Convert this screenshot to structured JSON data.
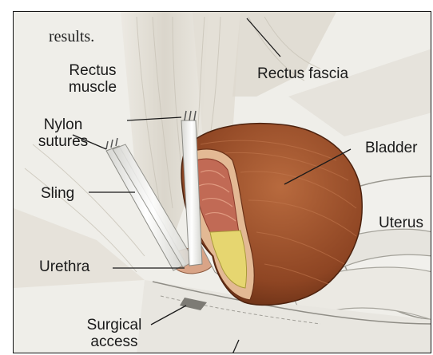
{
  "header": {
    "text": "results."
  },
  "labels": {
    "rectus_muscle_1": "Rectus",
    "rectus_muscle_2": "muscle",
    "rectus_fascia": "Rectus fascia",
    "nylon_1": "Nylon",
    "nylon_2": "sutures",
    "bladder": "Bladder",
    "sling": "Sling",
    "uterus": "Uterus",
    "urethra": "Urethra",
    "surgical_1": "Surgical",
    "surgical_2": "access"
  },
  "colors": {
    "background": "#efeee9",
    "bladder": "#a0522d",
    "bladder_dark": "#6b3218",
    "bladder_inner": "#c98a6a",
    "mucosa": "#e2b38d",
    "yellow": "#e3d36a",
    "muscle": "#d9d5cc",
    "sling": "#f7f7f4"
  }
}
